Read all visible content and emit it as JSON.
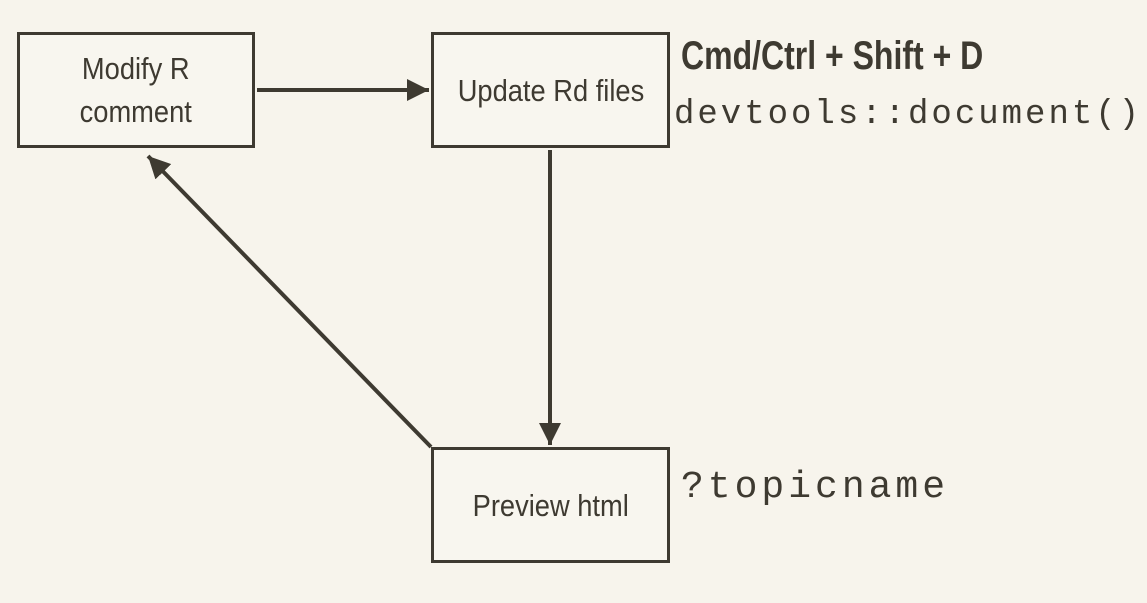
{
  "canvas": {
    "background_color": "#f7f4ec",
    "line_color": "#3e3a31"
  },
  "boxes": {
    "modify": {
      "label": "Modify R\ncomment"
    },
    "update": {
      "label": "Update Rd files"
    },
    "preview": {
      "label": "Preview html"
    }
  },
  "annotations": {
    "update_shortcut": "Cmd/Ctrl + Shift + D",
    "update_command": "devtools::document()",
    "preview_command": "?topicname"
  },
  "arrows": [
    {
      "name": "modify-to-update",
      "from": "modify",
      "to": "update"
    },
    {
      "name": "update-to-preview",
      "from": "update",
      "to": "preview"
    },
    {
      "name": "preview-to-modify",
      "from": "preview",
      "to": "modify"
    }
  ]
}
